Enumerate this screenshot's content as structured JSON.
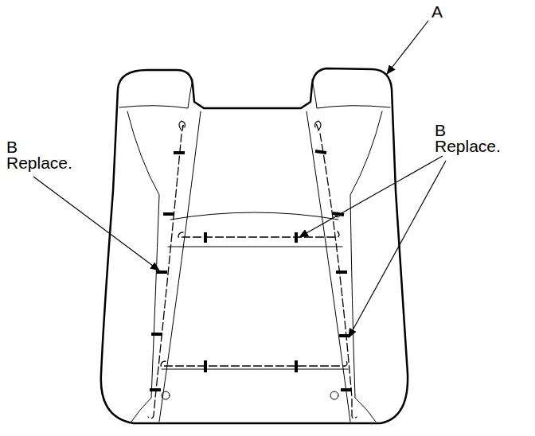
{
  "diagram": {
    "labels": [
      "A",
      "B",
      "Replace.",
      "B",
      "Replace."
    ]
  }
}
